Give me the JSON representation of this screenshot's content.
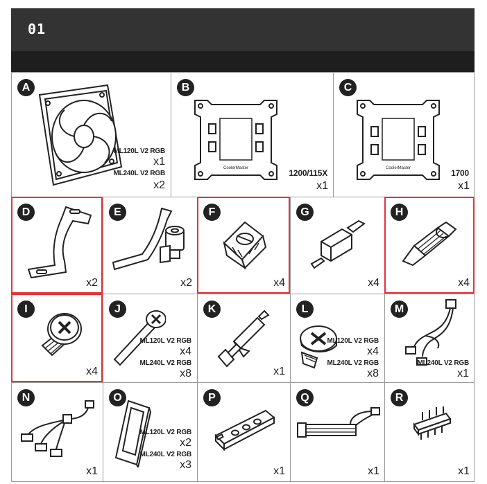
{
  "page": {
    "step_number": "01"
  },
  "parts": [
    {
      "letter": "A",
      "highlighted": false,
      "icon": "fan-icon",
      "models": [
        {
          "model": "ML120L V2 RGB",
          "qty": "x1"
        },
        {
          "model": "ML240L V2 RGB",
          "qty": "x2"
        }
      ]
    },
    {
      "letter": "B",
      "highlighted": false,
      "icon": "intel-backplate-icon",
      "size_label": "1200/115X",
      "qty": "x1"
    },
    {
      "letter": "C",
      "highlighted": false,
      "icon": "intel-1700-backplate-icon",
      "size_label": "1700",
      "qty": "x1"
    },
    {
      "letter": "D",
      "highlighted": true,
      "icon": "bracket-icon",
      "qty": "x2"
    },
    {
      "letter": "E",
      "highlighted": false,
      "icon": "bracket-with-standoff-icon",
      "qty": "x2"
    },
    {
      "letter": "F",
      "highlighted": true,
      "icon": "thumb-nut-icon",
      "qty": "x4"
    },
    {
      "letter": "G",
      "highlighted": false,
      "icon": "hex-standoff-icon",
      "qty": "x4"
    },
    {
      "letter": "H",
      "highlighted": true,
      "icon": "threaded-standoff-icon",
      "qty": "x4"
    },
    {
      "letter": "I",
      "highlighted": true,
      "icon": "screw-icon",
      "qty": "x4"
    },
    {
      "letter": "J",
      "highlighted": false,
      "icon": "long-screw-icon",
      "models": [
        {
          "model": "ML120L V2 RGB",
          "qty": "x4"
        },
        {
          "model": "ML240L V2 RGB",
          "qty": "x8"
        }
      ]
    },
    {
      "letter": "K",
      "highlighted": false,
      "icon": "thermal-paste-syringe-icon",
      "qty": "x1"
    },
    {
      "letter": "L",
      "highlighted": false,
      "icon": "fan-screw-icon",
      "models": [
        {
          "model": "ML120L V2 RGB",
          "qty": "x4"
        },
        {
          "model": "ML240L V2 RGB",
          "qty": "x8"
        }
      ]
    },
    {
      "letter": "M",
      "highlighted": false,
      "icon": "splitter-cable-icon",
      "models": [
        {
          "model": "ML240L V2 RGB",
          "qty": "x1"
        }
      ]
    },
    {
      "letter": "N",
      "highlighted": false,
      "icon": "rgb-splitter-cable-icon",
      "qty": "x1"
    },
    {
      "letter": "O",
      "highlighted": false,
      "icon": "rubber-pad-icon",
      "models": [
        {
          "model": "ML120L V2 RGB",
          "qty": "x2"
        },
        {
          "model": "ML240L V2 RGB",
          "qty": "x3"
        }
      ]
    },
    {
      "letter": "P",
      "highlighted": false,
      "icon": "rgb-controller-icon",
      "qty": "x1"
    },
    {
      "letter": "Q",
      "highlighted": false,
      "icon": "adapter-cable-icon",
      "qty": "x1"
    },
    {
      "letter": "R",
      "highlighted": false,
      "icon": "connector-header-icon",
      "qty": "x1"
    }
  ]
}
